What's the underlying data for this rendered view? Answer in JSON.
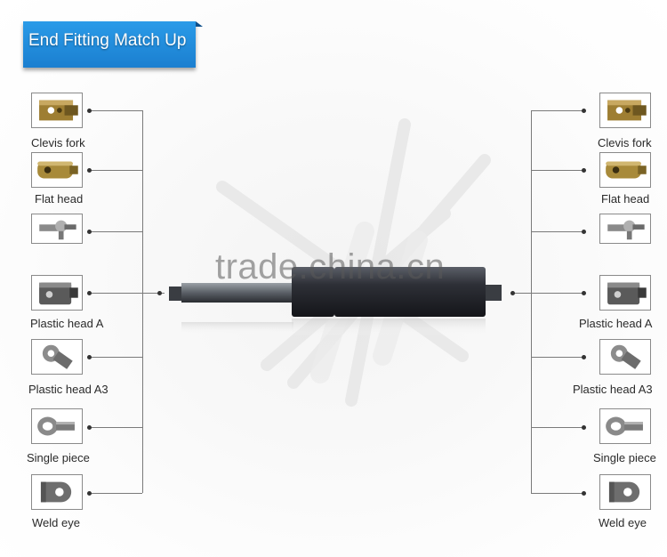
{
  "banner": {
    "title": "End Fitting Match Up"
  },
  "watermark": "trade.china.cn",
  "left": [
    {
      "label": "Clevis fork",
      "icon": "clevis-fork-icon"
    },
    {
      "label": "Flat head",
      "icon": "flat-head-icon"
    },
    {
      "label": "",
      "icon": "ball-socket-icon"
    },
    {
      "label": "Plastic head A",
      "icon": "plastic-head-a-icon"
    },
    {
      "label": "Plastic head A3",
      "icon": "plastic-head-a3-icon"
    },
    {
      "label": "Single piece",
      "icon": "single-piece-icon"
    },
    {
      "label": "Weld eye",
      "icon": "weld-eye-icon"
    }
  ],
  "right": [
    {
      "label": "Clevis fork",
      "icon": "clevis-fork-icon"
    },
    {
      "label": "Flat head",
      "icon": "flat-head-icon"
    },
    {
      "label": "",
      "icon": "ball-socket-icon"
    },
    {
      "label": "Plastic head A",
      "icon": "plastic-head-a-icon"
    },
    {
      "label": "Plastic head A3",
      "icon": "plastic-head-a3-icon"
    },
    {
      "label": "Single piece",
      "icon": "single-piece-icon"
    },
    {
      "label": "Weld eye",
      "icon": "weld-eye-icon"
    }
  ],
  "colors": {
    "banner": "#1f8ad8",
    "brass": "#a88a3a",
    "metal": "#9a9a9a",
    "cylinder": "#2b2d33"
  }
}
